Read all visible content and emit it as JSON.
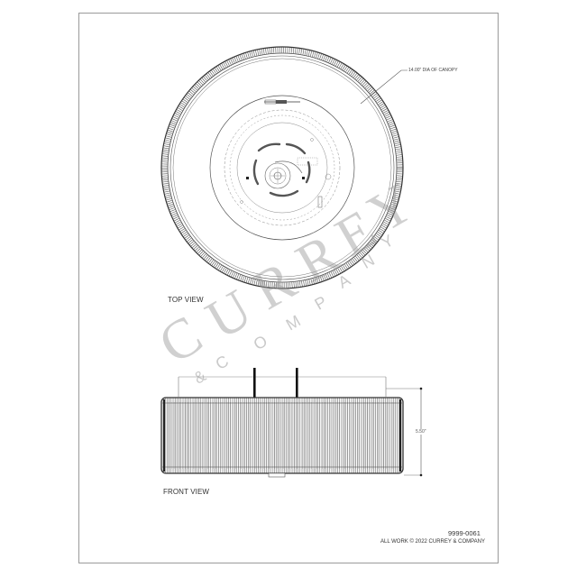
{
  "sheet": {
    "views": [
      {
        "id": "top",
        "label": "TOP VIEW"
      },
      {
        "id": "front",
        "label": "FRONT VIEW"
      }
    ],
    "callouts": {
      "canopy": "14.00\" DIA OF CANOPY",
      "height": "5.50\""
    },
    "title_block": {
      "part_number": "9999-0061",
      "copyright": "ALL WORK © 2022 CURREY & COMPANY"
    },
    "watermark": {
      "brand_letters": [
        "C",
        "U",
        "R",
        "R",
        "E",
        "Y"
      ],
      "company_letters": [
        "&",
        "C",
        "O",
        "M",
        "P",
        "A",
        "N",
        "Y"
      ]
    },
    "colors": {
      "line": "#3a3a3a",
      "frame": "#9a9a9a",
      "watermark": "#a0a0a0"
    }
  }
}
